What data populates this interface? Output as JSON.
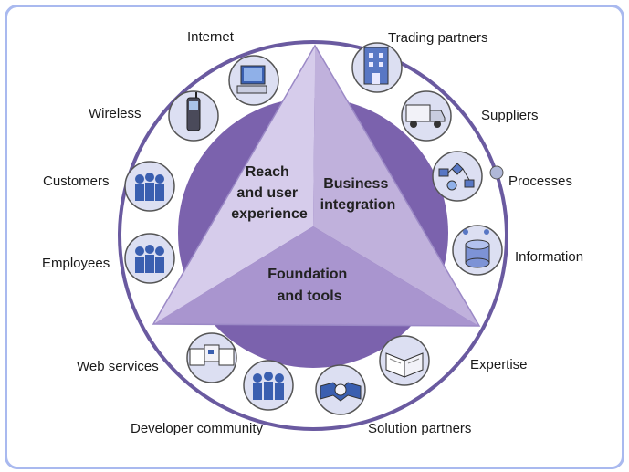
{
  "diagram": {
    "center": {
      "reach": [
        "Reach",
        "and user",
        "experience"
      ],
      "business": [
        "Business",
        "integration"
      ],
      "foundation": [
        "Foundation",
        "and tools"
      ]
    },
    "labels": {
      "internet": "Internet",
      "trading_partners": "Trading partners",
      "suppliers": "Suppliers",
      "processes": "Processes",
      "information": "Information",
      "expertise": "Expertise",
      "solution_partners": "Solution partners",
      "developer_community": "Developer community",
      "web_services": "Web services",
      "employees": "Employees",
      "customers": "Customers",
      "wireless": "Wireless"
    },
    "icons": {
      "internet": "computer-icon",
      "trading_partners": "building-icon",
      "suppliers": "truck-icon",
      "processes": "process-flow-icon",
      "information": "database-icon",
      "expertise": "book-icon",
      "solution_partners": "handshake-icon",
      "developer_community": "people-group-icon",
      "web_services": "documents-icon",
      "employees": "people-group-icon",
      "customers": "people-group-icon",
      "wireless": "phone-icon"
    },
    "colors": {
      "frame": "#a9b9ef",
      "ring": "#6a5aa0",
      "disc": "#7b62ad",
      "triangle_light": "#cfc3e6",
      "triangle_mid": "#b7a5d6",
      "icon_fill": "#dcdff2",
      "icon_accent": "#3a5fb0"
    }
  }
}
